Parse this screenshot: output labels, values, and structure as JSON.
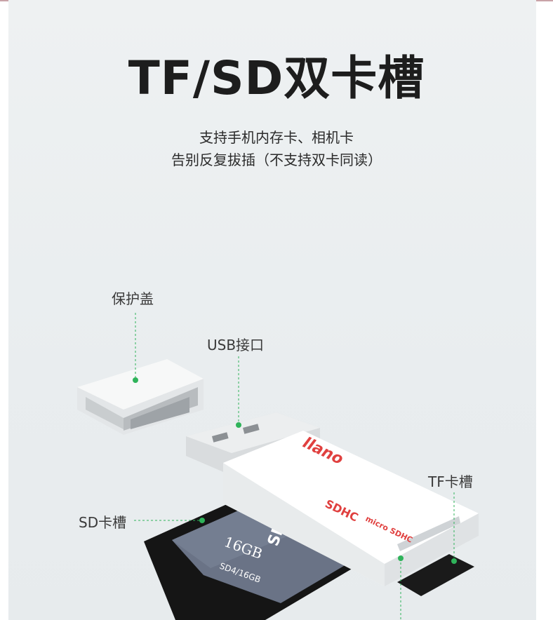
{
  "title": "TF/SD双卡槽",
  "subtitle_lines": [
    "支持手机内存卡、相机卡",
    "告别反复拔插（不支持双卡同读）"
  ],
  "labels": {
    "cap": "保护盖",
    "usb": "USB接口",
    "tf_slot": "TF卡槽",
    "sd_slot": "SD卡槽"
  },
  "product": {
    "brand": "llano",
    "sd_card_text": "16GB",
    "sd_card_model": "SD4/16GB",
    "sd_logo": "SDHC",
    "micro_logo": "micro SDHC"
  },
  "colors": {
    "accent_green": "#2fb35a",
    "brand_red": "#e0403f"
  }
}
